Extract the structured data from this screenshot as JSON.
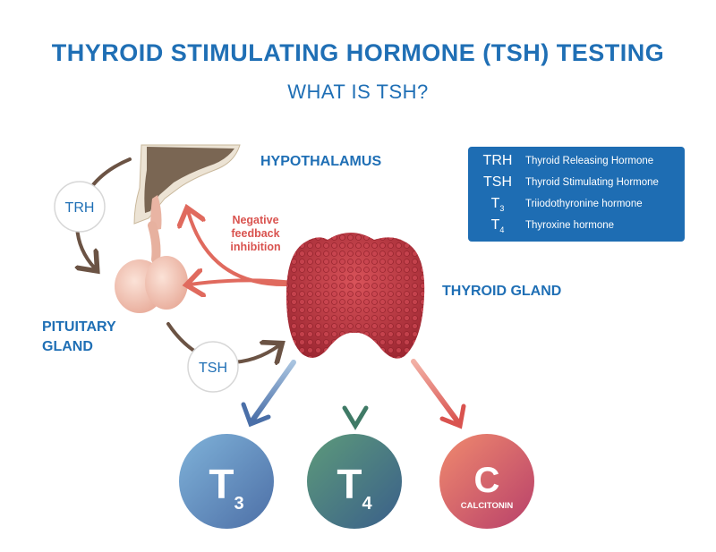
{
  "header": {
    "title": "THYROID STIMULATING HORMONE (TSH) TESTING",
    "subtitle": "WHAT IS TSH?"
  },
  "labels": {
    "hypothalamus": "HYPOTHALAMUS",
    "pituitary_line1": "PITUITARY",
    "pituitary_line2": "GLAND",
    "thyroid": "THYROID GLAND",
    "feedback_line1": "Negative",
    "feedback_line2": "feedback",
    "feedback_line3": "inhibition"
  },
  "bubbles": {
    "trh": "TRH",
    "tsh": "TSH"
  },
  "legend": [
    {
      "abbr": "TRH",
      "sub": "",
      "desc": "Thyroid Releasing Hormone"
    },
    {
      "abbr": "TSH",
      "sub": "",
      "desc": "Thyroid Stimulating Hormone"
    },
    {
      "abbr": "T",
      "sub": "3",
      "desc": "Triiodothyronine hormone"
    },
    {
      "abbr": "T",
      "sub": "4",
      "desc": "Thyroxine hormone"
    }
  ],
  "hormones": [
    {
      "main": "T",
      "sub": "3",
      "caption": ""
    },
    {
      "main": "T",
      "sub": "4",
      "caption": ""
    },
    {
      "main": "C",
      "sub": "",
      "caption": "CALCITONIN"
    }
  ],
  "colors": {
    "brand_blue": "#1f6fb5",
    "feedback_red": "#d9534f",
    "arrow_brown": "#6b5344",
    "thyroid_red": "#b8323a"
  }
}
